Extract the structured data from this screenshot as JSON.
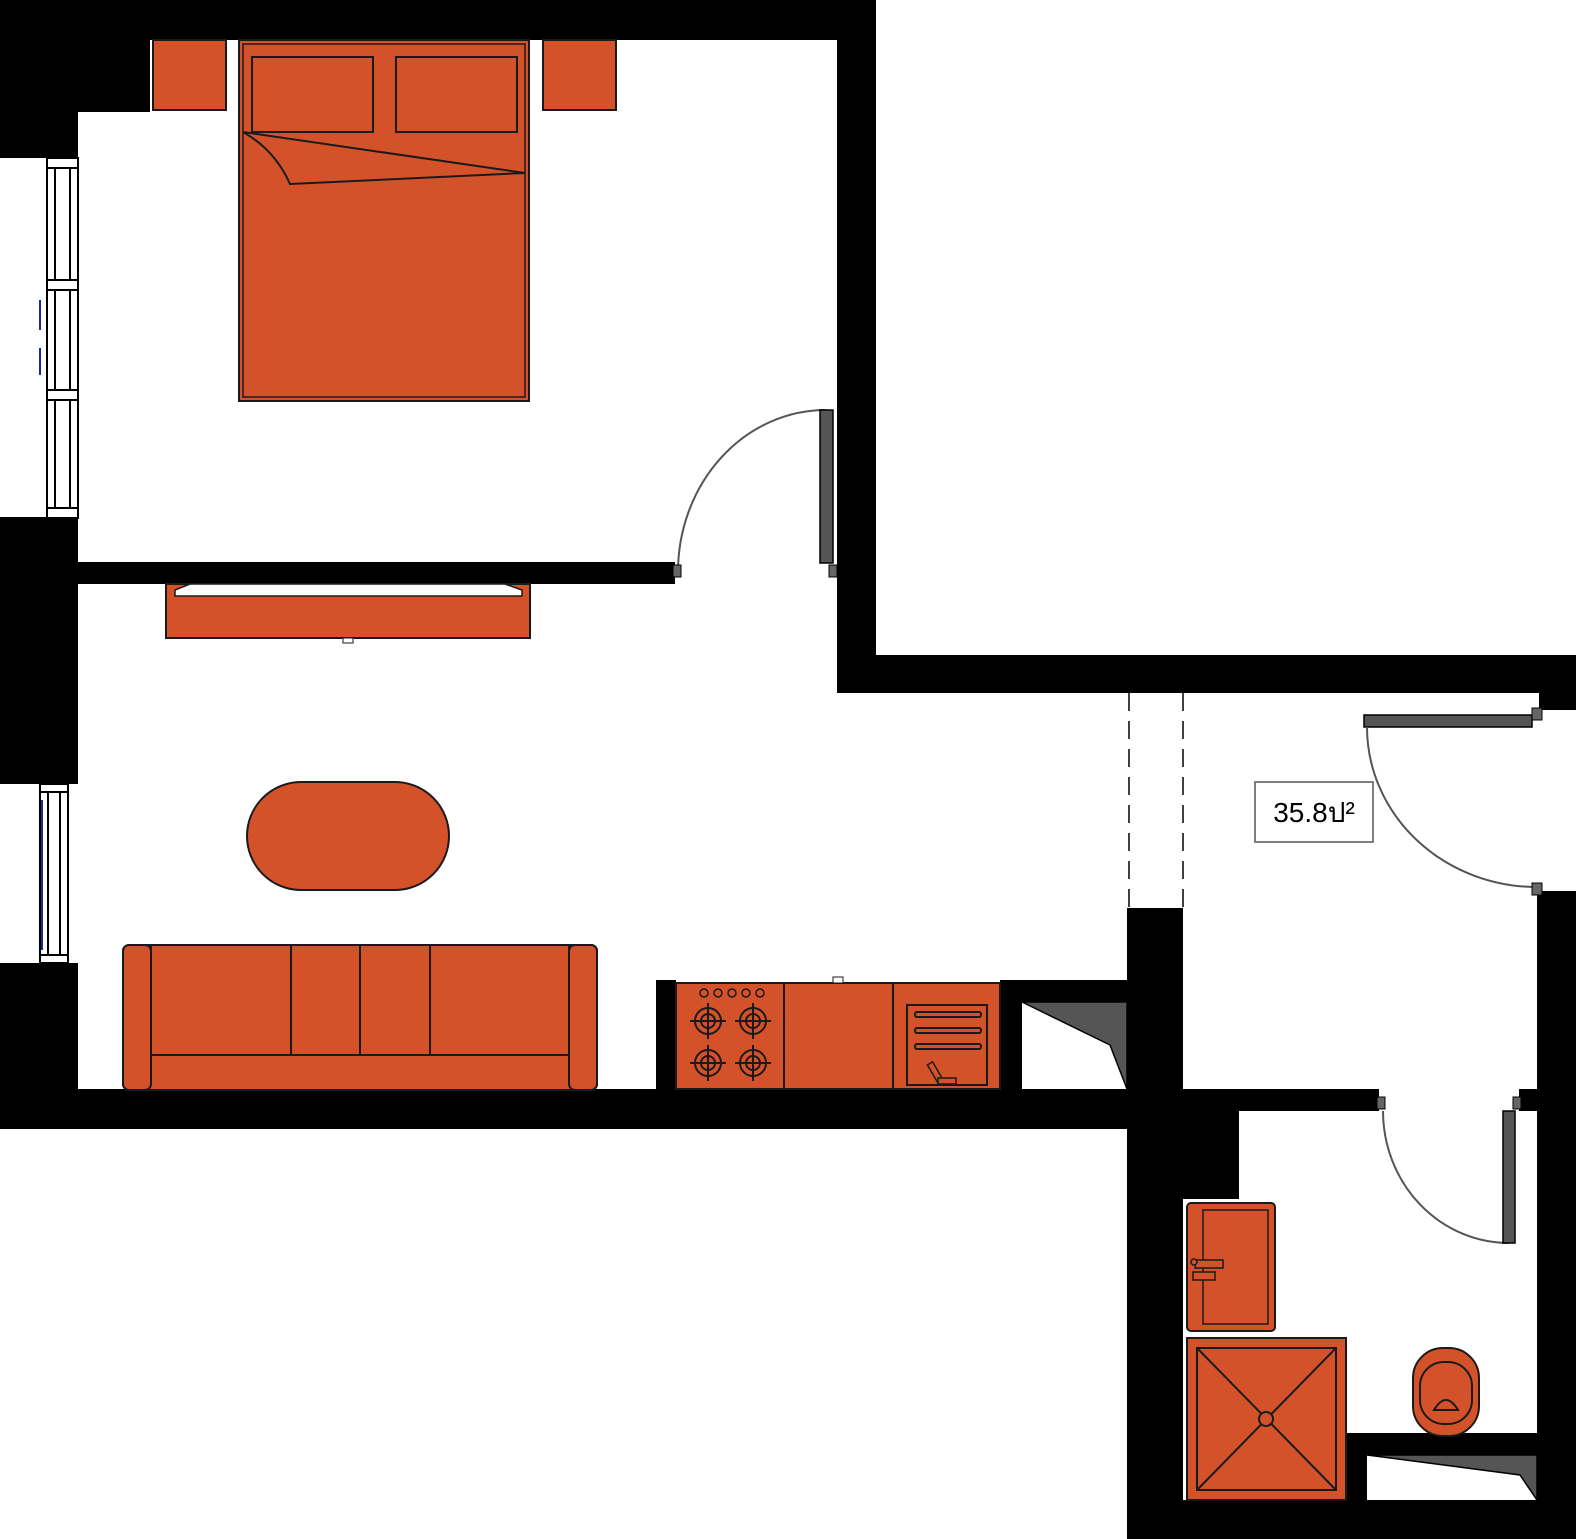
{
  "floor_plan": {
    "area_label": "35.8ป²",
    "colors": {
      "wall": "#000000",
      "furniture": "#D4522A",
      "furniture_outline": "#1a1a1a",
      "door_leaf": "#555555",
      "window_frame": "#000000",
      "background": "#ffffff"
    },
    "rooms": [
      "bedroom",
      "living-room",
      "kitchen",
      "entry-hall",
      "bathroom"
    ],
    "furniture": [
      "double-bed",
      "nightstand-left",
      "nightstand-right",
      "wardrobe",
      "ottoman",
      "sofa",
      "stove",
      "kitchen-cabinet",
      "sink-cabinet",
      "bathroom-sink",
      "shower-tray",
      "toilet"
    ],
    "icons": [
      "door-swing-icon",
      "window-icon",
      "stove-burner-icon",
      "faucet-icon",
      "drain-icon"
    ]
  }
}
